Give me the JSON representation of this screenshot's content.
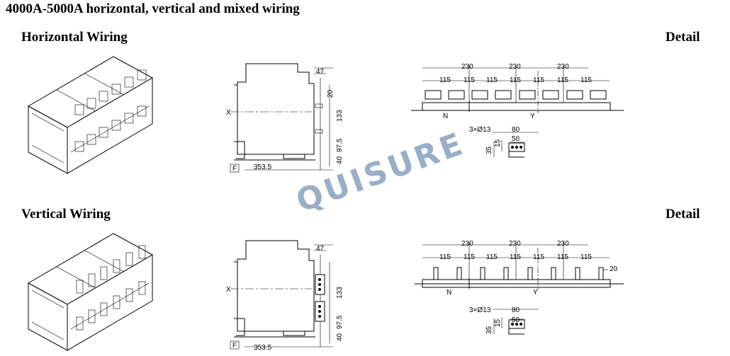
{
  "title": "4000A-5000A horizontal, vertical and mixed wiring",
  "sections": [
    {
      "label": "Horizontal Wiring",
      "detail": "Detail"
    },
    {
      "label": "Vertical Wiring",
      "detail": "Detail"
    }
  ],
  "watermark": "QUISURE",
  "side_view": {
    "d47": "47",
    "d20": "20",
    "d133": "133",
    "d97_5": "97.5",
    "d40": "40",
    "d353_5": "353.5",
    "x": "X",
    "f": "F"
  },
  "top_view": {
    "d230": "230",
    "d115": "115",
    "d20": "20",
    "n": "N",
    "y": "Y"
  },
  "terminal_detail": {
    "holes": "3×Ø13",
    "d80": "80",
    "d50": "50",
    "d35": "35",
    "d15": "15"
  }
}
